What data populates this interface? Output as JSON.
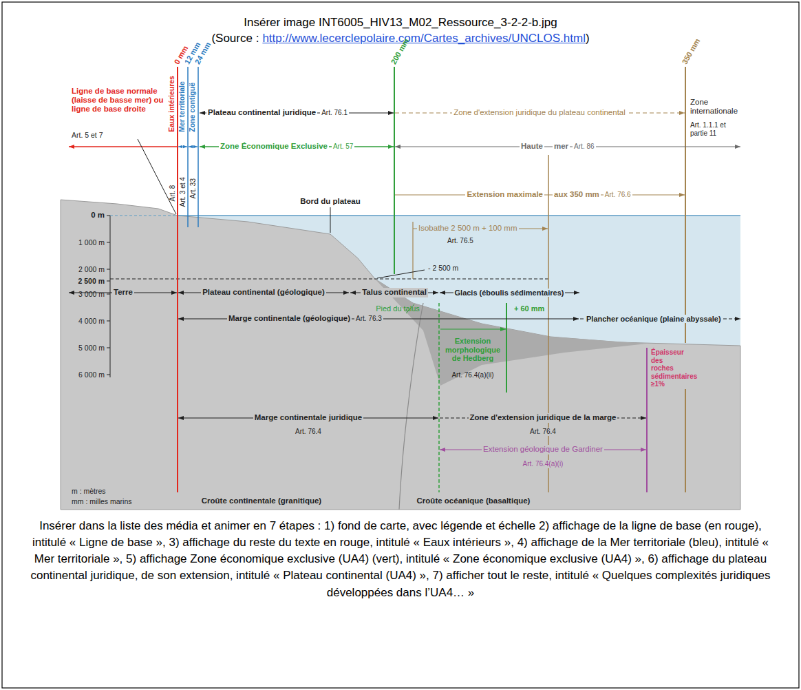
{
  "diagram": {
    "labels": [
      "Insérer image INT6005_HIV13_M02_Ressource_3-2-2-b.jpg",
      "(Source :",
      "http://www.lecerclepolaire.com/Cartes_archives/UNCLOS.html",
      ")",
      "Ligne de base normale (laisse de basse mer) ou ligne de base droite",
      "Art. 5 et 7",
      "Eaux intérieures",
      "Art. 8",
      "Mer territoriale",
      "Art. 3 et 4",
      "Zone contiguë",
      "Art. 33",
      "0 mm",
      "12 mm",
      "24 mm",
      "200 mm",
      "350 mm",
      "Plateau continental juridique",
      "Art. 76.1",
      "Zone d'extension juridique du plateau continental",
      "Zone internationale",
      "Art. 1.1.1 et partie 11",
      "Zone Économique Exclusive",
      "Art. 57",
      "Haute",
      "mer",
      "Art. 86",
      "Bord du plateau",
      "Extension maximale",
      "aux 350 mm",
      "Art. 76.6",
      "0 m",
      "1 000 m",
      "2 000 m",
      "2 500 m",
      "3 000 m",
      "4 000 m",
      "5 000 m",
      "6 000 m",
      "Isobathe 2 500 m + 100 mm",
      "Art. 76.5",
      "- 2 500 m",
      "Terre",
      "Plateau continental (géologique)",
      "Talus continental",
      "Glacis (éboulis sédimentaires)",
      "Pied du talus",
      "Marge continentale (géologique)",
      "Art. 76.3",
      "+ 60 mm",
      "Plancher océanique (plaine abyssale)",
      "Extension morphologique de Hedberg",
      "Art. 76.4(a)(ii)",
      "Épaisseur des roches sédimentaires ≥1%",
      "Marge continentale juridique",
      "Art. 76.4",
      "Zone d'extension juridique de la marge",
      "Art. 76.4",
      "Extension géologique de Gardiner",
      "Art. 76.4(a)(i)",
      "m : mètres",
      "mm : milles marins",
      "Croûte continentale (granitique)",
      "Croûte océanique (basaltique)",
      "Insérer dans la liste des média et animer en 7 étapes : 1) fond de carte, avec légende et échelle 2) affichage de la ligne de base (en rouge), intitulé « Ligne de base », 3) affichage du reste du texte en rouge, intitulé « Eaux intérieurs », 4) affichage de la Mer territoriale (bleu), intitulé « Mer territoriale », 5) affichage Zone économique exclusive (UA4) (vert), intitulé « Zone économique exclusive (UA4) », 6) affichage du plateau continental juridique, de son extension, intitulé « Plateau continental (UA4) », 7) afficher tout le reste, intitulé « Quelques complexités juridiques développées dans l’UA4… »"
    ]
  }
}
